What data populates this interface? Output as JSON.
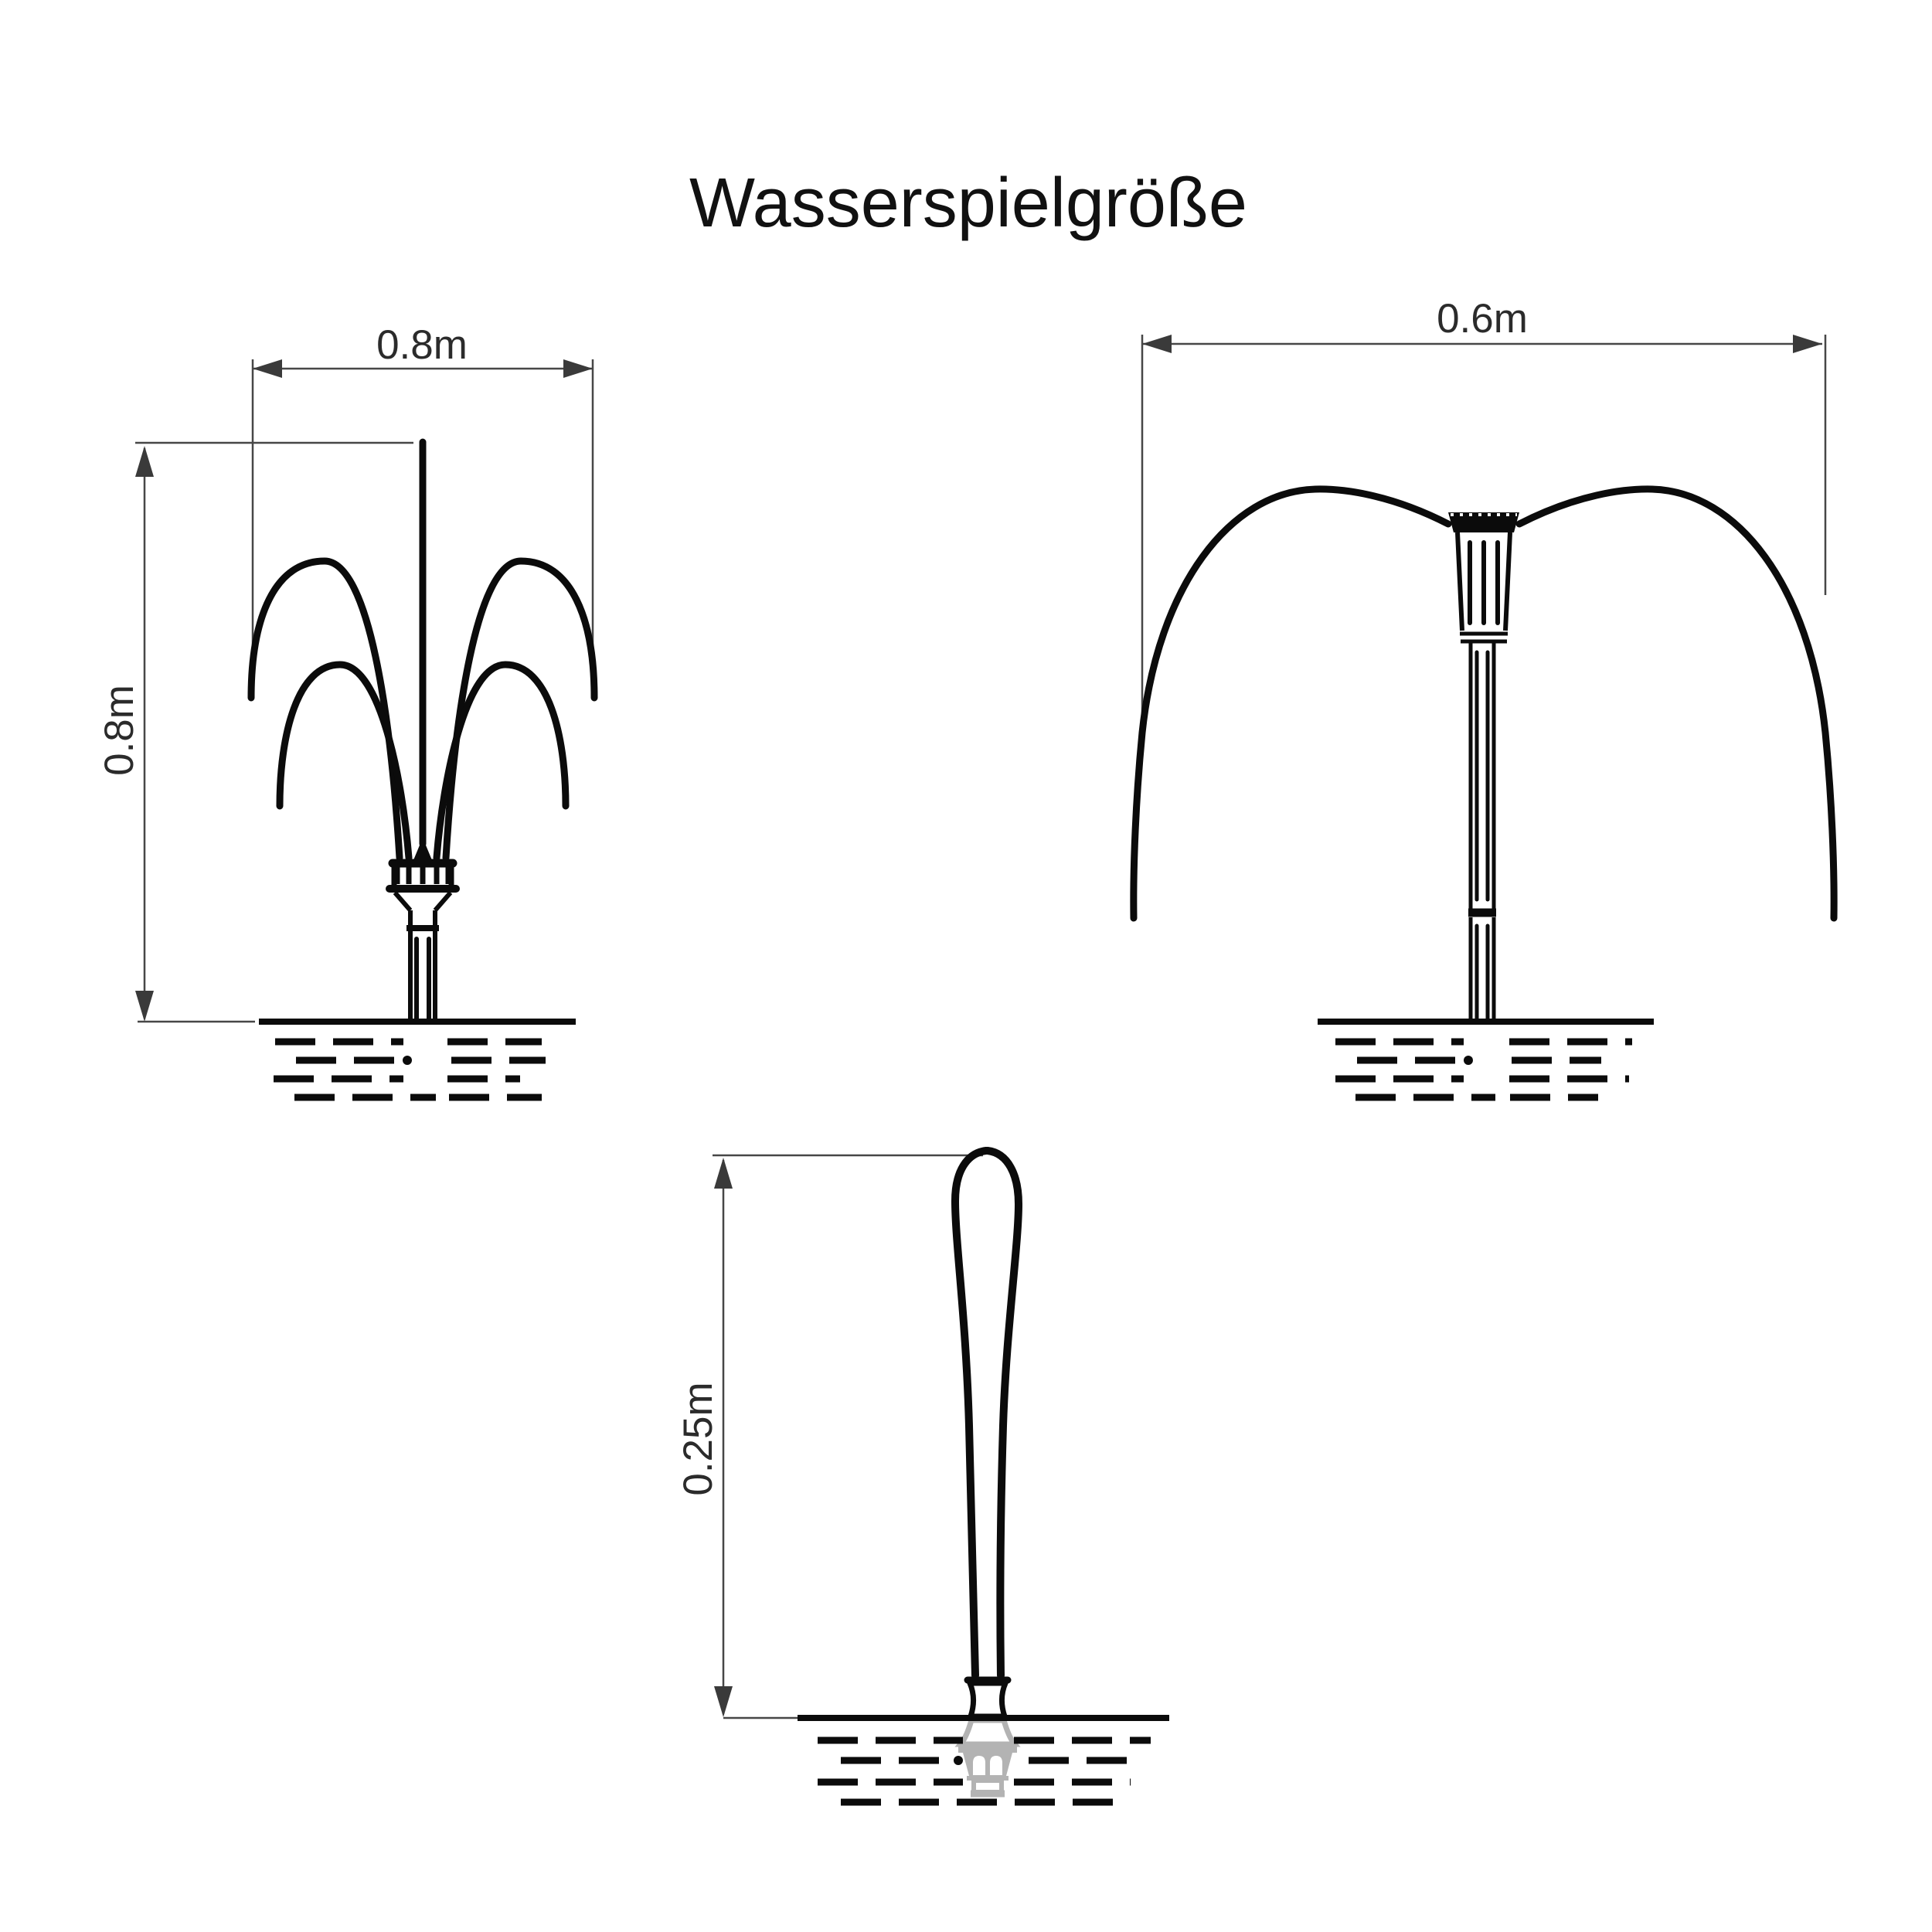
{
  "title": "Wasserspielgröße",
  "colors": {
    "background": "#ffffff",
    "drawing_line": "#0b0b0b",
    "dimension_line": "#474747",
    "submerged_pump": "#b3b3b3"
  },
  "figures": [
    {
      "name": "three-tier-jet-fountain",
      "description": "fountain spray with center jet and four arcs above pond",
      "width_label": "0.8m",
      "height_label": "0.8m"
    },
    {
      "name": "bell-spray-fountain",
      "description": "bell shaped water spray on riser column above pond",
      "width_label": "0.6m"
    },
    {
      "name": "single-jet-fountain",
      "description": "single narrow water jet from submerged nozzle",
      "height_label": "0.25m"
    }
  ]
}
